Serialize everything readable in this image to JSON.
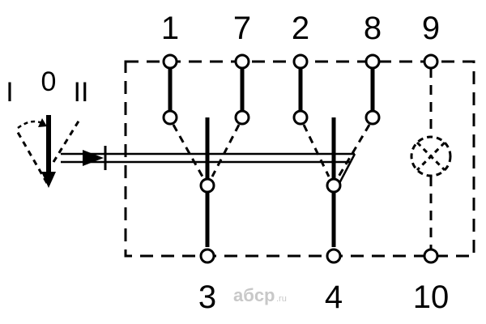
{
  "pins": {
    "top": [
      "1",
      "7",
      "2",
      "8",
      "9"
    ],
    "bottom": [
      "3",
      "4",
      "10"
    ]
  },
  "switch_positions": [
    "I",
    "0",
    "II"
  ],
  "watermark": {
    "brand": "aбcp",
    "tld": ".ru"
  },
  "colors": {
    "ink": "#000000",
    "background": "#ffffff",
    "watermark": "#c8c8c8"
  }
}
